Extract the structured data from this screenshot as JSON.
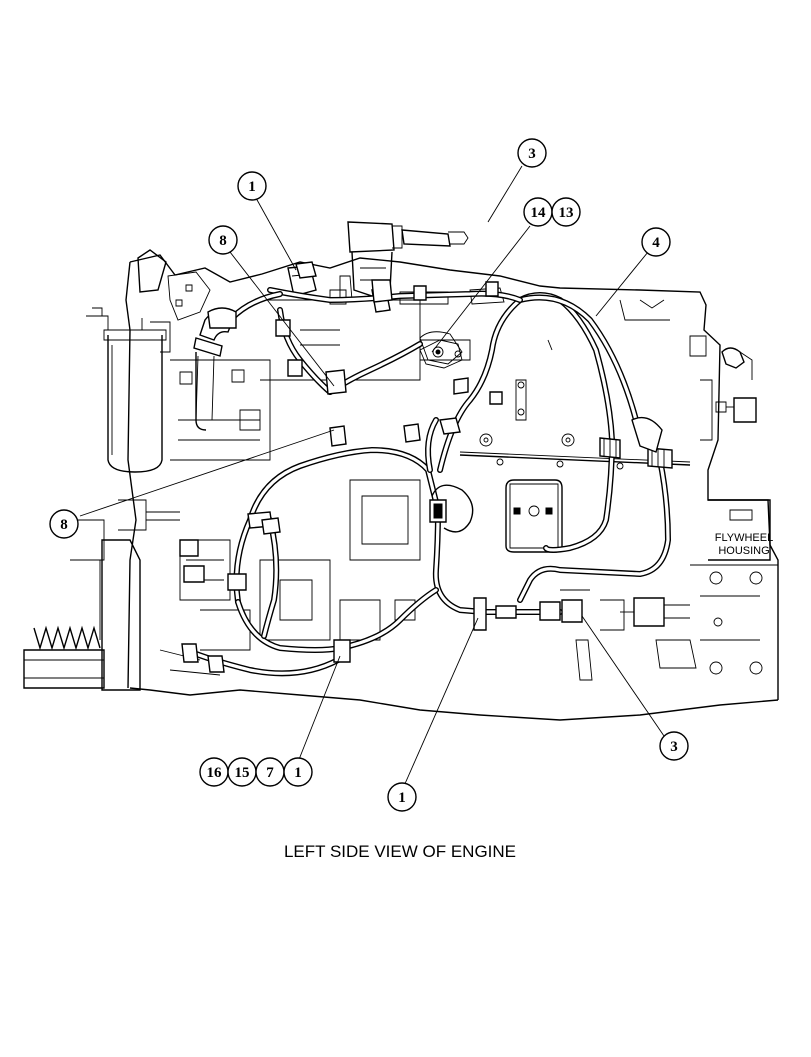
{
  "diagram": {
    "caption": "LEFT SIDE VIEW OF ENGINE",
    "flywheel_housing_label": [
      "FLYWHEEL",
      "HOUSING"
    ],
    "callouts": [
      "1",
      "3",
      "4",
      "7",
      "8",
      "13",
      "14",
      "15",
      "16"
    ],
    "callout_labels": {
      "c1_top": "1",
      "c3_top": "3",
      "c14": "14",
      "c13": "13",
      "c8_top": "8",
      "c4": "4",
      "c8_left": "8",
      "c3_right": "3",
      "c16": "16",
      "c15": "15",
      "c7": "7",
      "c1_mid": "1",
      "c1_bottom": "1"
    }
  }
}
